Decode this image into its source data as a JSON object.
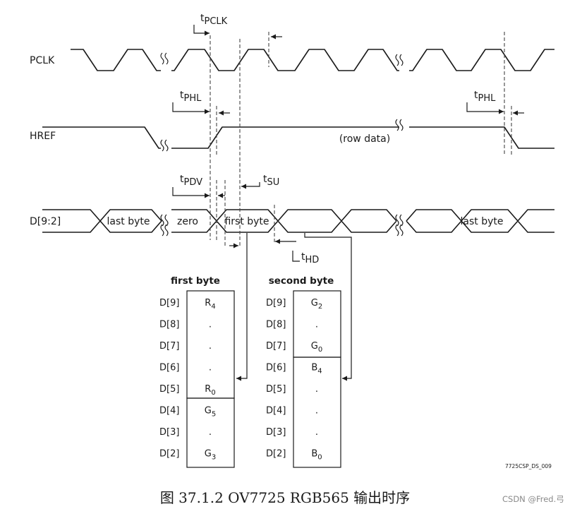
{
  "signals": {
    "pclk": "PCLK",
    "href": "HREF",
    "data": "D[9:2]"
  },
  "timing": {
    "t_pclk": {
      "t": "t",
      "sub": "PCLK"
    },
    "t_phl_1": {
      "t": "t",
      "sub": "PHL"
    },
    "t_phl_2": {
      "t": "t",
      "sub": "PHL"
    },
    "t_pdv": {
      "t": "t",
      "sub": "PDV"
    },
    "t_su": {
      "t": "t",
      "sub": "SU"
    },
    "t_hd": {
      "t": "t",
      "sub": "HD"
    }
  },
  "href_note": "(row data)",
  "data_bus": {
    "last_byte_1": "last byte",
    "zero": "zero",
    "first_byte": "first byte",
    "last_byte_2": "last byte"
  },
  "first_byte_table": {
    "title": "first byte",
    "pins": [
      "D[9]",
      "D[8]",
      "D[7]",
      "D[6]",
      "D[5]",
      "D[4]",
      "D[3]",
      "D[2]"
    ],
    "cells": [
      {
        "t": "R",
        "sub": "4"
      },
      {
        "t": ".",
        "sub": ""
      },
      {
        "t": ".",
        "sub": ""
      },
      {
        "t": ".",
        "sub": ""
      },
      {
        "t": "R",
        "sub": "0"
      },
      {
        "t": "G",
        "sub": "5"
      },
      {
        "t": ".",
        "sub": ""
      },
      {
        "t": "G",
        "sub": "3"
      }
    ]
  },
  "second_byte_table": {
    "title": "second byte",
    "pins": [
      "D[9]",
      "D[8]",
      "D[7]",
      "D[6]",
      "D[5]",
      "D[4]",
      "D[3]",
      "D[2]"
    ],
    "cells": [
      {
        "t": "G",
        "sub": "2"
      },
      {
        "t": ".",
        "sub": ""
      },
      {
        "t": "G",
        "sub": "0"
      },
      {
        "t": "B",
        "sub": "4"
      },
      {
        "t": ".",
        "sub": ""
      },
      {
        "t": ".",
        "sub": ""
      },
      {
        "t": ".",
        "sub": ""
      },
      {
        "t": "B",
        "sub": "0"
      }
    ]
  },
  "doc_code": "7725CSP_DS_009",
  "caption": "图 37.1.2 OV7725 RGB565 输出时序",
  "watermark": "CSDN @Fred.弓"
}
